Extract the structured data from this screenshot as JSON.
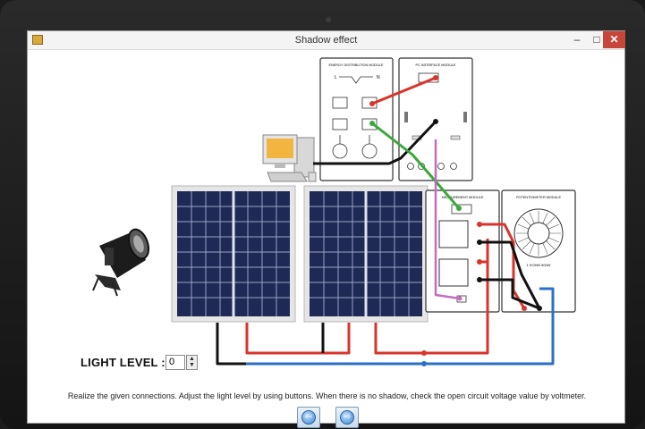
{
  "window": {
    "title": "Shadow effect",
    "minimize_glyph": "–",
    "maximize_glyph": "□",
    "close_glyph": "✕"
  },
  "modules": {
    "energy_distribution": "ENERGY DISTRIBUTION MODULE",
    "pc_interface": "PC INTERFACE MODULE",
    "measurement": "MEASUREMENT MODULE",
    "potentiometer": "POTENTIOMETER MODULE",
    "potentiometer_value": "1 KOHM 500W",
    "l_label": "L",
    "n_label": "N"
  },
  "light_level": {
    "label": "LIGHT LEVEL :",
    "value": "0"
  },
  "instruction": "Realize the given connections. Adjust the light level by using buttons. When there is no shadow, check the open circuit voltage value by voltmeter.",
  "buttons": {
    "prev_icon": "arrow-left-icon",
    "next_icon": "arrow-right-icon",
    "prev_glyph": "⇦",
    "next_glyph": "⇨"
  },
  "colors": {
    "red_wire": "#d9342b",
    "black_wire": "#111111",
    "blue_wire": "#2a6fc9",
    "green_wire": "#3aa83a",
    "pink_wire": "#c46cc0",
    "close_button": "#c7463c"
  }
}
